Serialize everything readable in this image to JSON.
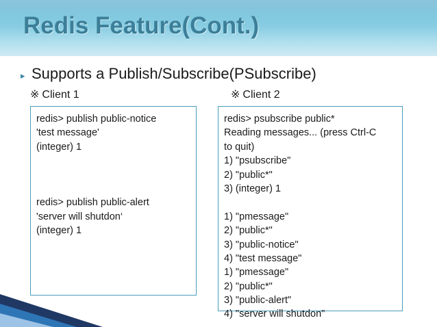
{
  "slide": {
    "title": "Redis Feature(Cont.)",
    "bullet": {
      "marker": "▸",
      "text": "Supports a Publish/Subscribe(PSubscribe)"
    },
    "left_panel": {
      "label_mark": "※",
      "label": "Client 1",
      "lines": [
        "redis> publish public-notice",
        "'test message'",
        "(integer) 1",
        "",
        "",
        "",
        "redis> publish public-alert",
        "'server will shutdon‘",
        "(integer) 1"
      ]
    },
    "right_panel": {
      "label_mark": "※",
      "label": "Client 2",
      "lines": [
        "redis> psubscribe public*",
        "Reading messages... (press Ctrl-C",
        "to quit)",
        "1) \"psubscribe\"",
        "2) \"public*\"",
        "3) (integer) 1",
        "",
        "1) \"pmessage\"",
        "2) \"public*\"",
        "3) \"public-notice\"",
        "4) \"test message\"",
        "1) \"pmessage\"",
        "2) \"public*\"",
        "3) \"public-alert\"",
        "4) \"server will shutdon\""
      ]
    },
    "colors": {
      "title": "#3b7f99",
      "band_top": "#4ea6c8",
      "band_bottom": "#cfeaf4",
      "box_border": "#4a9cbb",
      "tri_dark": "#1f3864",
      "tri_mid": "#2e75b6",
      "tri_light": "#9dc3e6"
    }
  }
}
